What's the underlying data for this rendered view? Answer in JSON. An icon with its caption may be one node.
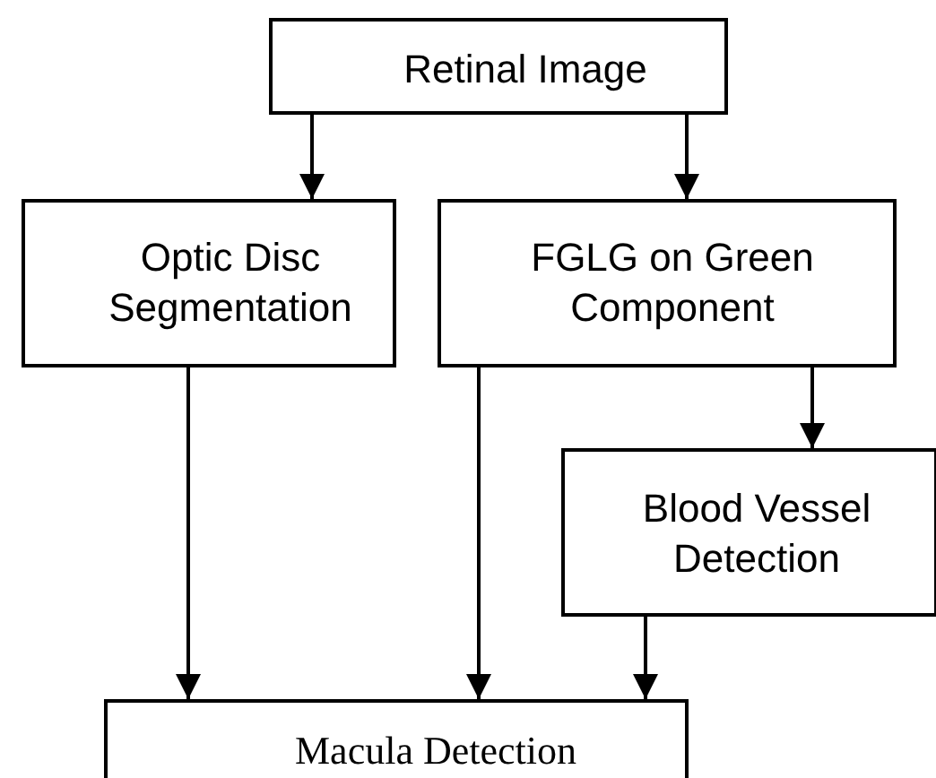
{
  "diagram": {
    "nodes": [
      {
        "text": [
          "Retinal Image"
        ]
      },
      {
        "text": [
          "Optic Disc Segmentation"
        ]
      },
      {
        "text": [
          "FGLG on Green Component"
        ]
      },
      {
        "text": [
          "Blood Vessel Detection"
        ]
      },
      {
        "text": [
          "Macula Detection"
        ]
      }
    ],
    "edges": [
      {
        "from": 0,
        "to": 1,
        "arrow": "to"
      },
      {
        "from": 0,
        "to": 2,
        "arrow": "to"
      },
      {
        "from": 2,
        "to": 3,
        "arrow": "to"
      },
      {
        "from": 1,
        "to": 4,
        "arrow": "to"
      },
      {
        "from": 2,
        "to": 4,
        "arrow": "to"
      },
      {
        "from": 3,
        "to": 4,
        "arrow": "to"
      }
    ]
  }
}
